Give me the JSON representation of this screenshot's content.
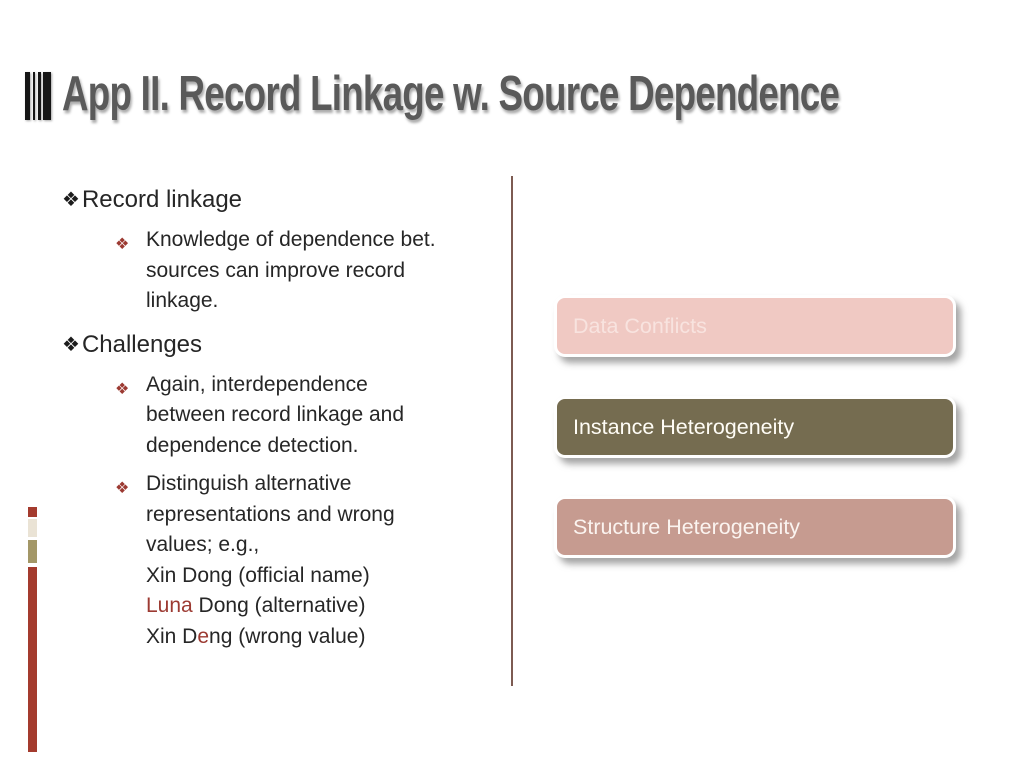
{
  "slide": {
    "title": "App II. Record Linkage w. Source Dependence"
  },
  "bullets": {
    "glyph": "❖",
    "sections": [
      {
        "label": "Record linkage",
        "items": [
          {
            "lines": [
              "Knowledge of dependence bet.",
              "sources can improve record",
              "linkage."
            ]
          }
        ]
      },
      {
        "label": "Challenges",
        "items": [
          {
            "lines": [
              "Again, interdependence",
              "between record linkage and",
              "dependence detection."
            ]
          },
          {
            "lines": [
              "Distinguish alternative",
              "representations and wrong",
              "values; e.g.,",
              "Xin Dong (official name)"
            ]
          }
        ]
      }
    ],
    "example": {
      "alt_name_red": "Luna",
      "alt_name_rest": " Dong (alternative)",
      "wrong_value_pre": "Xin D",
      "wrong_value_red": "e",
      "wrong_value_rest": "ng (wrong value)"
    }
  },
  "boxes": [
    {
      "label": "Data Conflicts",
      "bg": "#f0c9c3",
      "fg": "#f8e3df"
    },
    {
      "label": "Instance Heterogeneity",
      "bg": "#756c50",
      "fg": "#fffdf6"
    },
    {
      "label": "Structure Heterogeneity",
      "bg": "#c69b90",
      "fg": "#fbf4f0"
    }
  ],
  "colors": {
    "accent_red": "#a43b2e",
    "bullet_red": "#9c3a32",
    "olive": "#a39767",
    "cream": "#eae3d5",
    "title_gray": "#5a5a5a",
    "body_text": "#262626",
    "divider": "#7d5b52"
  }
}
